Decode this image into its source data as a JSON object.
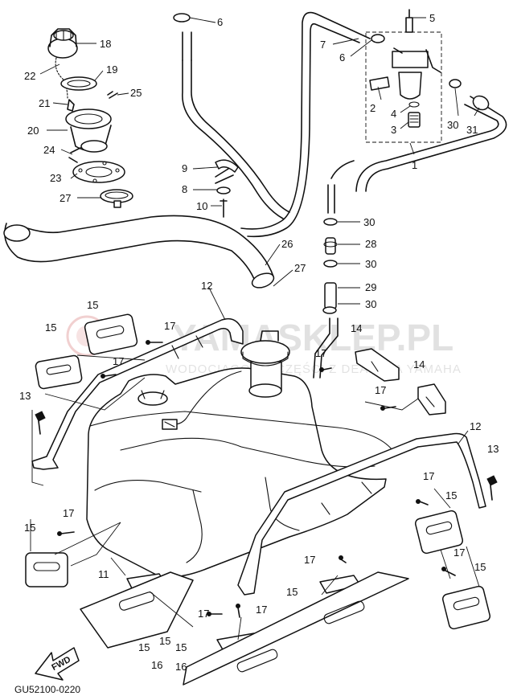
{
  "diagram": {
    "code": "GU52100-0220",
    "fwd_label": "FWD",
    "watermark": {
      "brand": "YAMASKLEP.PL",
      "tagline": "WODOCIĄGOWE CZĘŚCI Z DEALERA YAMAHA",
      "color": "#e8b0b0"
    },
    "callouts": [
      {
        "id": "c-6a",
        "label": "6"
      },
      {
        "id": "c-5",
        "label": "5"
      },
      {
        "id": "c-7",
        "label": "7"
      },
      {
        "id": "c-6b",
        "label": "6"
      },
      {
        "id": "c-18",
        "label": "18"
      },
      {
        "id": "c-22",
        "label": "22"
      },
      {
        "id": "c-19",
        "label": "19"
      },
      {
        "id": "c-25",
        "label": "25"
      },
      {
        "id": "c-21",
        "label": "21"
      },
      {
        "id": "c-20",
        "label": "20"
      },
      {
        "id": "c-24",
        "label": "24"
      },
      {
        "id": "c-23",
        "label": "23"
      },
      {
        "id": "c-27a",
        "label": "27"
      },
      {
        "id": "c-2",
        "label": "2"
      },
      {
        "id": "c-4",
        "label": "4"
      },
      {
        "id": "c-3",
        "label": "3"
      },
      {
        "id": "c-30a",
        "label": "30"
      },
      {
        "id": "c-31",
        "label": "31"
      },
      {
        "id": "c-1",
        "label": "1"
      },
      {
        "id": "c-9",
        "label": "9"
      },
      {
        "id": "c-8",
        "label": "8"
      },
      {
        "id": "c-10",
        "label": "10"
      },
      {
        "id": "c-30b",
        "label": "30"
      },
      {
        "id": "c-28",
        "label": "28"
      },
      {
        "id": "c-26",
        "label": "26"
      },
      {
        "id": "c-30c",
        "label": "30"
      },
      {
        "id": "c-27b",
        "label": "27"
      },
      {
        "id": "c-29",
        "label": "29"
      },
      {
        "id": "c-12a",
        "label": "12"
      },
      {
        "id": "c-30d",
        "label": "30"
      },
      {
        "id": "c-15a",
        "label": "15"
      },
      {
        "id": "c-15b",
        "label": "15"
      },
      {
        "id": "c-17a",
        "label": "17"
      },
      {
        "id": "c-14a",
        "label": "14"
      },
      {
        "id": "c-17b",
        "label": "17"
      },
      {
        "id": "c-17c",
        "label": "17"
      },
      {
        "id": "c-14b",
        "label": "14"
      },
      {
        "id": "c-13a",
        "label": "13"
      },
      {
        "id": "c-17d",
        "label": "17"
      },
      {
        "id": "c-12b",
        "label": "12"
      },
      {
        "id": "c-13b",
        "label": "13"
      },
      {
        "id": "c-17e",
        "label": "17"
      },
      {
        "id": "c-15c",
        "label": "15"
      },
      {
        "id": "c-17f",
        "label": "17"
      },
      {
        "id": "c-15d",
        "label": "15"
      },
      {
        "id": "c-15e",
        "label": "15"
      },
      {
        "id": "c-17g",
        "label": "17"
      },
      {
        "id": "c-17h",
        "label": "17"
      },
      {
        "id": "c-11",
        "label": "11"
      },
      {
        "id": "c-15f",
        "label": "15"
      },
      {
        "id": "c-15g",
        "label": "15"
      },
      {
        "id": "c-17i",
        "label": "17"
      },
      {
        "id": "c-17j",
        "label": "17"
      },
      {
        "id": "c-15h",
        "label": "15"
      },
      {
        "id": "c-15i",
        "label": "15"
      },
      {
        "id": "c-16a",
        "label": "16"
      },
      {
        "id": "c-16b",
        "label": "16"
      }
    ]
  }
}
